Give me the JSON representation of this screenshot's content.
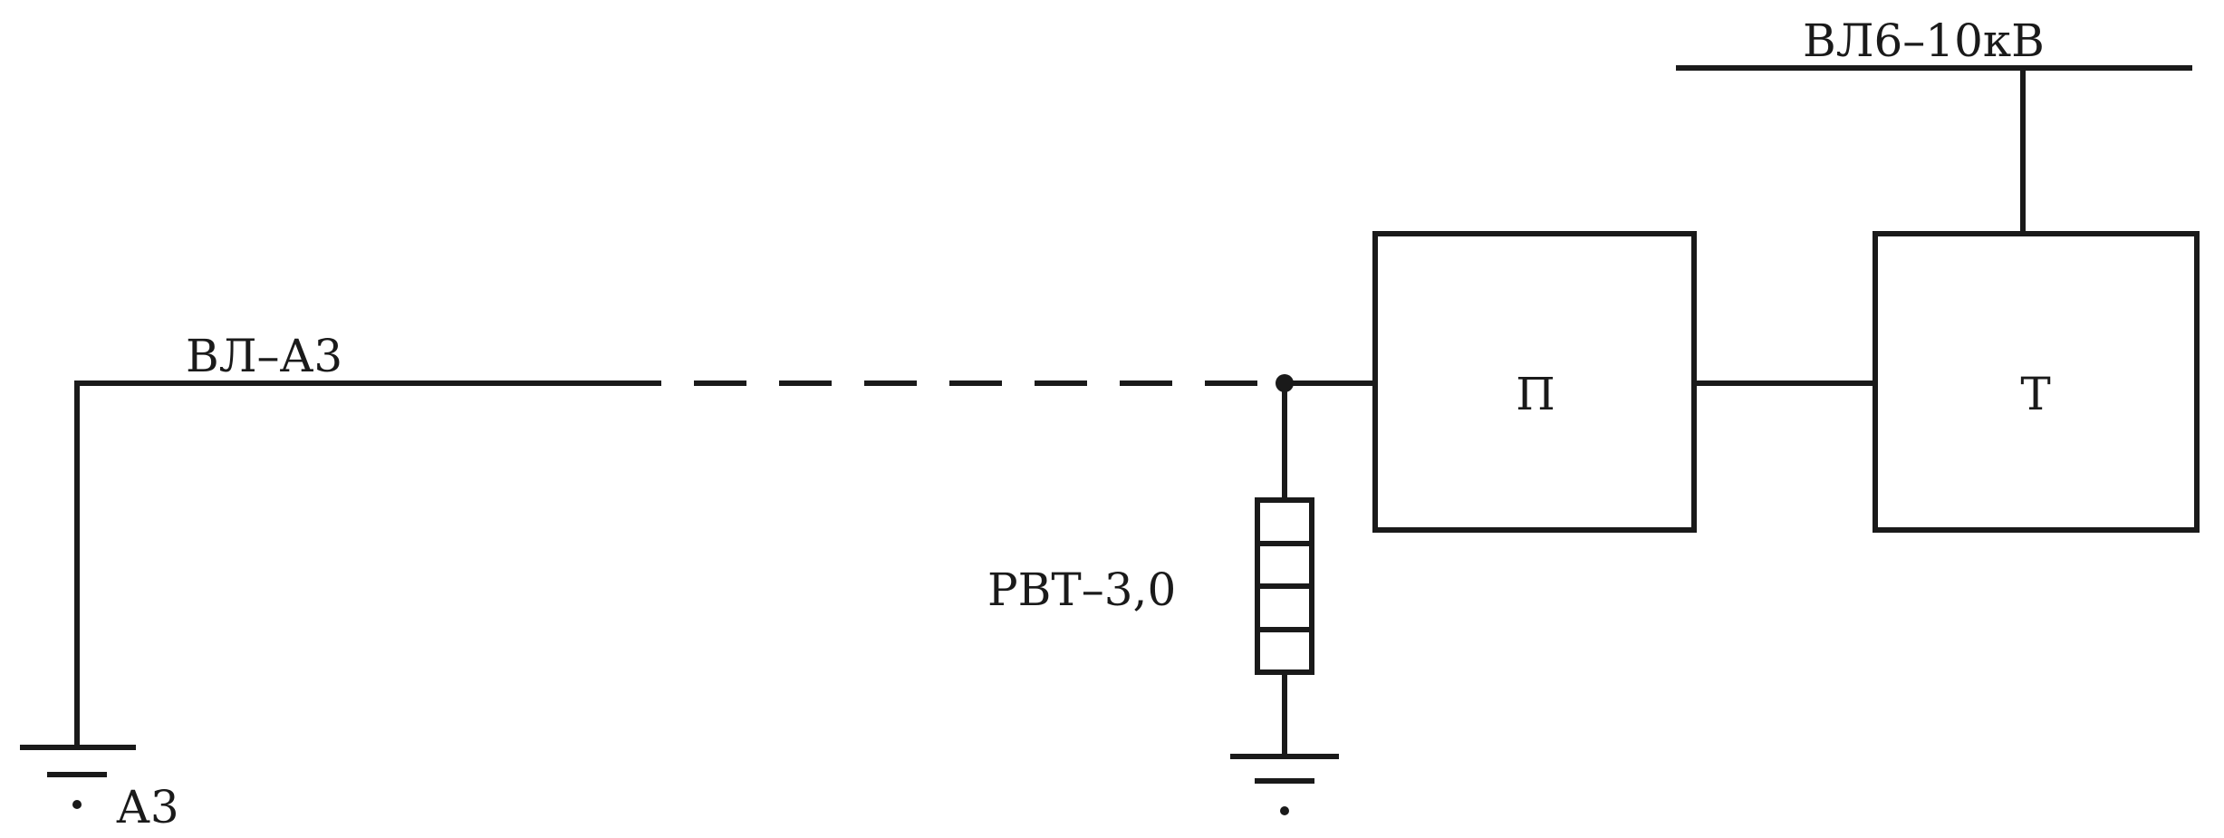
{
  "diagram": {
    "labels": {
      "overhead_line_anode": "ВЛ–А3",
      "hv_line": "ВЛ6–10кВ",
      "arrester": "РВТ–3,0",
      "converter": "П",
      "transformer": "Т",
      "anode_ground": "А3"
    }
  }
}
